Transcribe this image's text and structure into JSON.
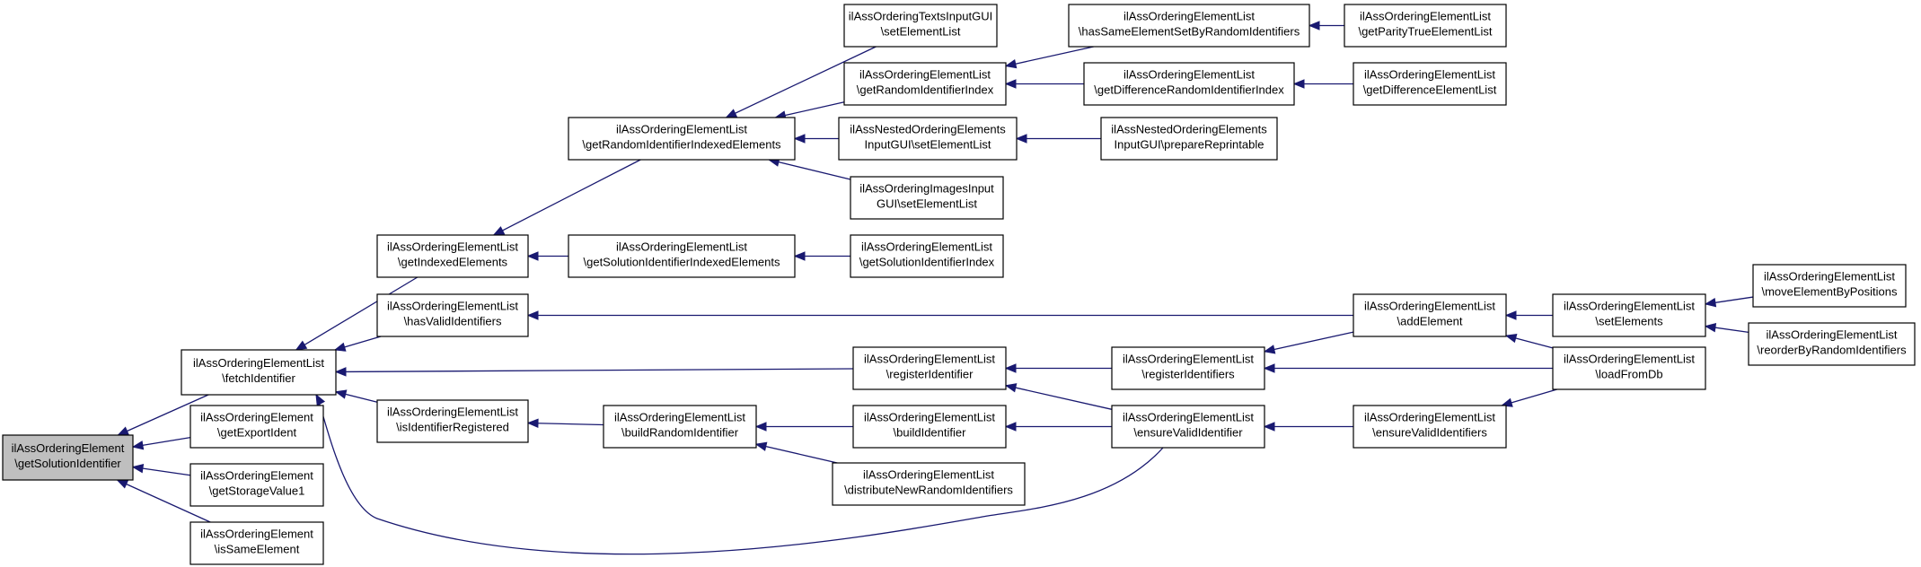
{
  "colors": {
    "edge": "#191970",
    "node_fill": "#ffffff",
    "highlight_fill": "#bfbfbf",
    "border": "#000000"
  },
  "nodes": [
    {
      "id": "root",
      "lines": [
        "ilAssOrderingElement",
        "\\getSolutionIdentifier"
      ],
      "highlight": true
    },
    {
      "id": "fetchIdentifier",
      "lines": [
        "ilAssOrderingElementList",
        "\\fetchIdentifier"
      ]
    },
    {
      "id": "getExportIdent",
      "lines": [
        "ilAssOrderingElement",
        "\\getExportIdent"
      ]
    },
    {
      "id": "getStorageValue1",
      "lines": [
        "ilAssOrderingElement",
        "\\getStorageValue1"
      ]
    },
    {
      "id": "isSameElement",
      "lines": [
        "ilAssOrderingElement",
        "\\isSameElement"
      ]
    },
    {
      "id": "getIndexedElements",
      "lines": [
        "ilAssOrderingElementList",
        "\\getIndexedElements"
      ]
    },
    {
      "id": "hasValidIdentifiers",
      "lines": [
        "ilAssOrderingElementList",
        "\\hasValidIdentifiers"
      ]
    },
    {
      "id": "isIdentifierRegistered",
      "lines": [
        "ilAssOrderingElementList",
        "\\isIdentifierRegistered"
      ]
    },
    {
      "id": "getRandomIdentifierIndexedElements",
      "lines": [
        "ilAssOrderingElementList",
        "\\getRandomIdentifierIndexedElements"
      ]
    },
    {
      "id": "getSolutionIdentifierIndexedElements",
      "lines": [
        "ilAssOrderingElementList",
        "\\getSolutionIdentifierIndexedElements"
      ]
    },
    {
      "id": "buildRandomIdentifier",
      "lines": [
        "ilAssOrderingElementList",
        "\\buildRandomIdentifier"
      ]
    },
    {
      "id": "textsInputSetElementList",
      "lines": [
        "ilAssOrderingTextsInputGUI",
        "\\setElementList"
      ]
    },
    {
      "id": "getRandomIdentifierIndex",
      "lines": [
        "ilAssOrderingElementList",
        "\\getRandomIdentifierIndex"
      ]
    },
    {
      "id": "nestedSetElementList",
      "lines": [
        "ilAssNestedOrderingElements",
        "InputGUI\\setElementList"
      ]
    },
    {
      "id": "imagesSetElementList",
      "lines": [
        "ilAssOrderingImagesInput",
        "GUI\\setElementList"
      ]
    },
    {
      "id": "getSolutionIdentifierIndex",
      "lines": [
        "ilAssOrderingElementList",
        "\\getSolutionIdentifierIndex"
      ]
    },
    {
      "id": "registerIdentifier",
      "lines": [
        "ilAssOrderingElementList",
        "\\registerIdentifier"
      ]
    },
    {
      "id": "buildIdentifier",
      "lines": [
        "ilAssOrderingElementList",
        "\\buildIdentifier"
      ]
    },
    {
      "id": "distributeNewRandomIdentifiers",
      "lines": [
        "ilAssOrderingElementList",
        "\\distributeNewRandomIdentifiers"
      ]
    },
    {
      "id": "hasSameElementSetByRandomIdentifiers",
      "lines": [
        "ilAssOrderingElementList",
        "\\hasSameElementSetByRandomIdentifiers"
      ]
    },
    {
      "id": "getDifferenceRandomIdentifierIndex",
      "lines": [
        "ilAssOrderingElementList",
        "\\getDifferenceRandomIdentifierIndex"
      ]
    },
    {
      "id": "nestedPrepareReprintable",
      "lines": [
        "ilAssNestedOrderingElements",
        "InputGUI\\prepareReprintable"
      ]
    },
    {
      "id": "registerIdentifiers",
      "lines": [
        "ilAssOrderingElementList",
        "\\registerIdentifiers"
      ]
    },
    {
      "id": "ensureValidIdentifier",
      "lines": [
        "ilAssOrderingElementList",
        "\\ensureValidIdentifier"
      ]
    },
    {
      "id": "getParityTrueElementList",
      "lines": [
        "ilAssOrderingElementList",
        "\\getParityTrueElementList"
      ]
    },
    {
      "id": "getDifferenceElementList",
      "lines": [
        "ilAssOrderingElementList",
        "\\getDifferenceElementList"
      ]
    },
    {
      "id": "addElement",
      "lines": [
        "ilAssOrderingElementList",
        "\\addElement"
      ]
    },
    {
      "id": "ensureValidIdentifiers",
      "lines": [
        "ilAssOrderingElementList",
        "\\ensureValidIdentifiers"
      ]
    },
    {
      "id": "setElements",
      "lines": [
        "ilAssOrderingElementList",
        "\\setElements"
      ]
    },
    {
      "id": "loadFromDb",
      "lines": [
        "ilAssOrderingElementList",
        "\\loadFromDb"
      ]
    },
    {
      "id": "moveElementByPositions",
      "lines": [
        "ilAssOrderingElementList",
        "\\moveElementByPositions"
      ]
    },
    {
      "id": "reorderByRandomIdentifiers",
      "lines": [
        "ilAssOrderingElementList",
        "\\reorderByRandomIdentifiers"
      ]
    }
  ],
  "edges": [
    [
      "fetchIdentifier",
      "root"
    ],
    [
      "getExportIdent",
      "root"
    ],
    [
      "getStorageValue1",
      "root"
    ],
    [
      "isSameElement",
      "root"
    ],
    [
      "getIndexedElements",
      "fetchIdentifier"
    ],
    [
      "hasValidIdentifiers",
      "fetchIdentifier"
    ],
    [
      "registerIdentifier",
      "fetchIdentifier"
    ],
    [
      "isIdentifierRegistered",
      "fetchIdentifier"
    ],
    [
      "ensureValidIdentifier",
      "fetchIdentifier"
    ],
    [
      "getRandomIdentifierIndexedElements",
      "getIndexedElements"
    ],
    [
      "getSolutionIdentifierIndexedElements",
      "getIndexedElements"
    ],
    [
      "addElement",
      "hasValidIdentifiers"
    ],
    [
      "buildRandomIdentifier",
      "isIdentifierRegistered"
    ],
    [
      "textsInputSetElementList",
      "getRandomIdentifierIndexedElements"
    ],
    [
      "getRandomIdentifierIndex",
      "getRandomIdentifierIndexedElements"
    ],
    [
      "nestedSetElementList",
      "getRandomIdentifierIndexedElements"
    ],
    [
      "imagesSetElementList",
      "getRandomIdentifierIndexedElements"
    ],
    [
      "getSolutionIdentifierIndex",
      "getSolutionIdentifierIndexedElements"
    ],
    [
      "buildIdentifier",
      "buildRandomIdentifier"
    ],
    [
      "distributeNewRandomIdentifiers",
      "buildRandomIdentifier"
    ],
    [
      "hasSameElementSetByRandomIdentifiers",
      "getRandomIdentifierIndex"
    ],
    [
      "getDifferenceRandomIdentifierIndex",
      "getRandomIdentifierIndex"
    ],
    [
      "nestedPrepareReprintable",
      "nestedSetElementList"
    ],
    [
      "registerIdentifiers",
      "registerIdentifier"
    ],
    [
      "ensureValidIdentifier",
      "registerIdentifier"
    ],
    [
      "ensureValidIdentifier",
      "buildIdentifier"
    ],
    [
      "getParityTrueElementList",
      "hasSameElementSetByRandomIdentifiers"
    ],
    [
      "getDifferenceElementList",
      "getDifferenceRandomIdentifierIndex"
    ],
    [
      "addElement",
      "registerIdentifiers"
    ],
    [
      "loadFromDb",
      "registerIdentifiers"
    ],
    [
      "ensureValidIdentifiers",
      "ensureValidIdentifier"
    ],
    [
      "setElements",
      "addElement"
    ],
    [
      "loadFromDb",
      "addElement"
    ],
    [
      "loadFromDb",
      "ensureValidIdentifiers"
    ],
    [
      "moveElementByPositions",
      "setElements"
    ],
    [
      "reorderByRandomIdentifiers",
      "setElements"
    ]
  ]
}
